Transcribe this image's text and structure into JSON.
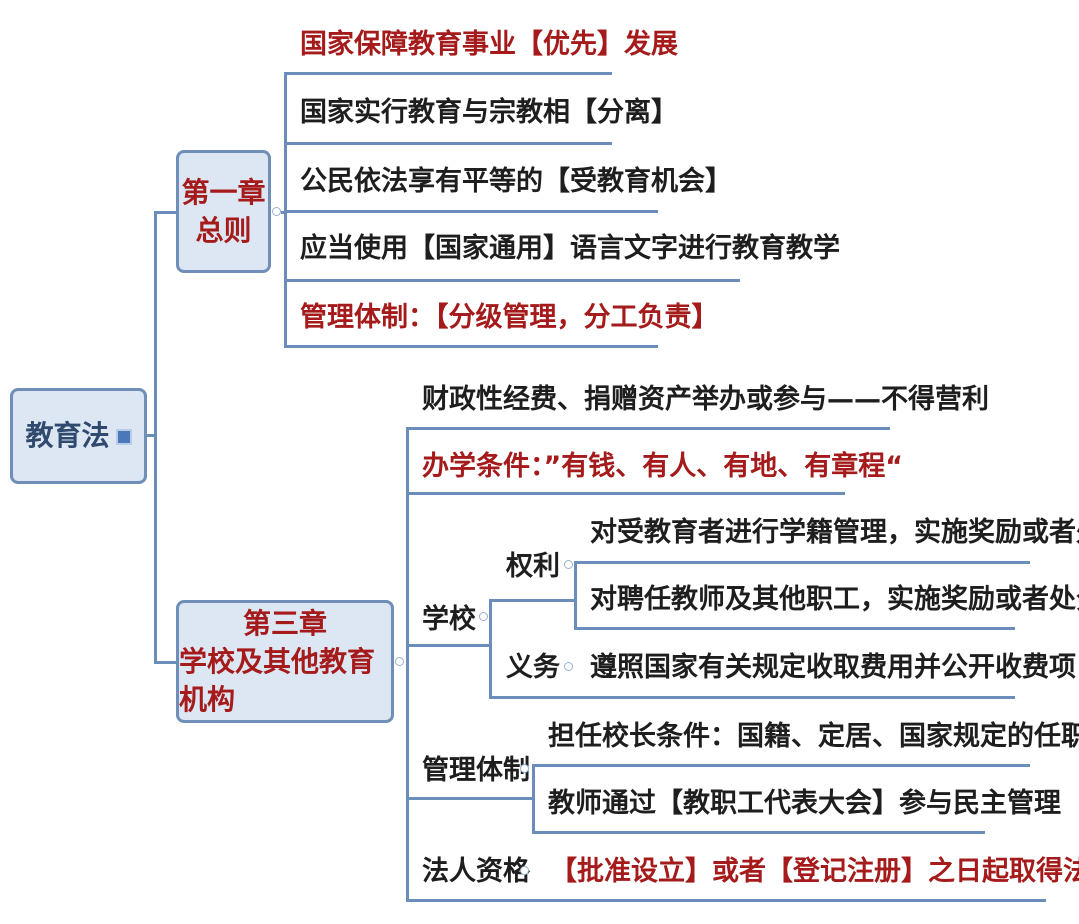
{
  "root": {
    "label": "教育法",
    "icon": "note-icon"
  },
  "chapter1": {
    "title_line1": "第一章",
    "title_line2": "总则",
    "items": [
      "国家保障教育事业【优先】发展",
      "国家实行教育与宗教相【分离】",
      "公民依法享有平等的【受教育机会】",
      "应当使用【国家通用】语言文字进行教育教学",
      "管理体制：【分级管理，分工负责】"
    ]
  },
  "chapter3": {
    "title_line1": "第三章",
    "title_line2": "学校及其他教育机构",
    "funding": "财政性经费、捐赠资产举办或参与——不得营利",
    "conditions": "办学条件：”有钱、有人、有地、有章程“",
    "school": {
      "label": "学校",
      "rights_label": "权利",
      "rights": [
        "对受教育者进行学籍管理，实施奖励或者处分",
        "对聘任教师及其他职工，实施奖励或者处分"
      ],
      "duties_label": "义务",
      "duties": "遵照国家有关规定收取费用并公开收费项目"
    },
    "management": {
      "label": "管理体制",
      "items": [
        "担任校长条件：国籍、定居、国家规定的任职条件",
        "教师通过【教职工代表大会】参与民主管理"
      ]
    },
    "legal": {
      "label": "法人资格",
      "text": "【批准设立】或者【登记注册】之日起取得法人资格"
    }
  },
  "colors": {
    "line": "#6a8dba",
    "box_fill": "#dde7f3",
    "emphasis": "#a51b1b"
  }
}
